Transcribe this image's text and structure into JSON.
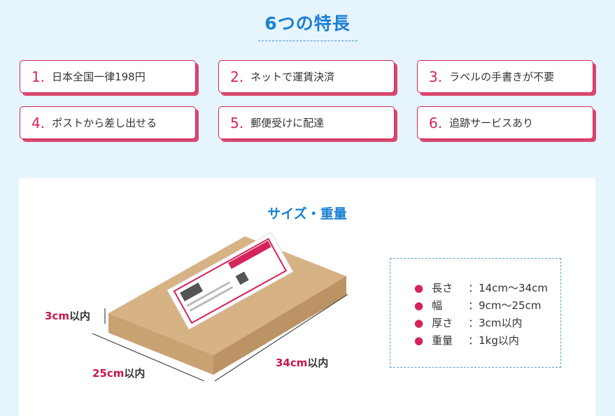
{
  "features": {
    "title": "6つの特長",
    "items": [
      {
        "num": "1.",
        "label": "日本全国一律198円"
      },
      {
        "num": "2.",
        "label": "ネットで運賃決済"
      },
      {
        "num": "3.",
        "label": "ラベルの手書きが不要"
      },
      {
        "num": "4.",
        "label": "ポストから差し出せる"
      },
      {
        "num": "5.",
        "label": "郵便受けに配達"
      },
      {
        "num": "6.",
        "label": "追跡サービスあり"
      }
    ]
  },
  "size": {
    "title": "サイズ・重量",
    "thickness": {
      "value": "3cm",
      "suffix": "以内"
    },
    "width": {
      "value": "25cm",
      "suffix": "以内"
    },
    "length": {
      "value": "34cm",
      "suffix": "以内"
    },
    "specs": [
      {
        "key": "長さ",
        "value": "：14cm～34cm"
      },
      {
        "key": "幅",
        "value": "：9cm～25cm"
      },
      {
        "key": "厚さ",
        "value": "：3cm以内"
      },
      {
        "key": "重量",
        "value": "：1kg以内"
      }
    ]
  },
  "colors": {
    "accent": "#1a80d2",
    "red": "#d5245a",
    "bg": "#e6f4fd"
  }
}
